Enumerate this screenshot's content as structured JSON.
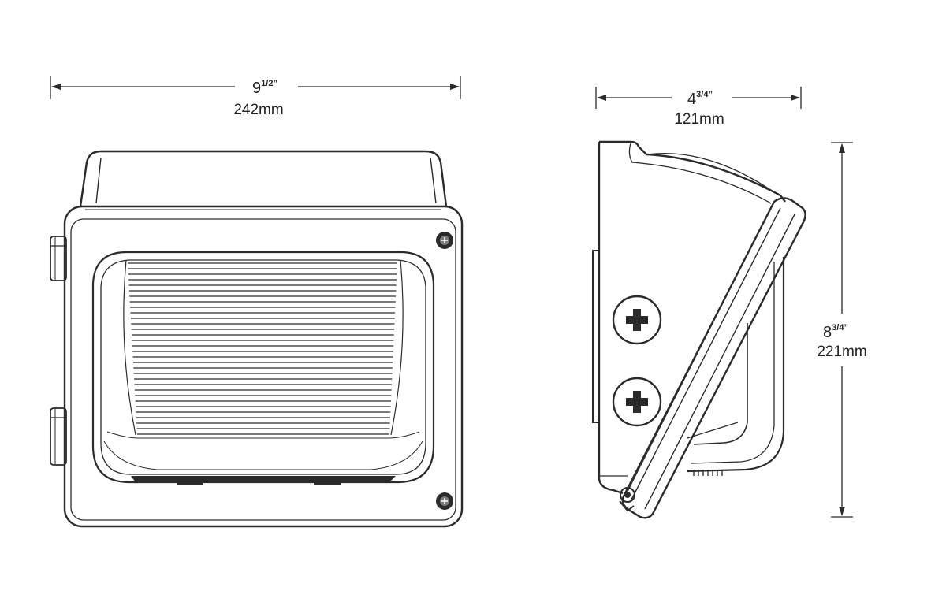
{
  "dimensions": {
    "width": {
      "whole": "9",
      "fraction": "1/2”",
      "metric": "242mm"
    },
    "depth": {
      "whole": "4",
      "fraction": "3/4”",
      "metric": "121mm"
    },
    "height": {
      "whole": "8",
      "fraction": "3/4”",
      "metric": "221mm"
    }
  },
  "colors": {
    "line": "#2b2b2b",
    "background": "#ffffff"
  },
  "icons": [
    "front-view-fixture",
    "side-view-fixture",
    "phillips-screw-icon",
    "dimension-arrow-icon"
  ]
}
